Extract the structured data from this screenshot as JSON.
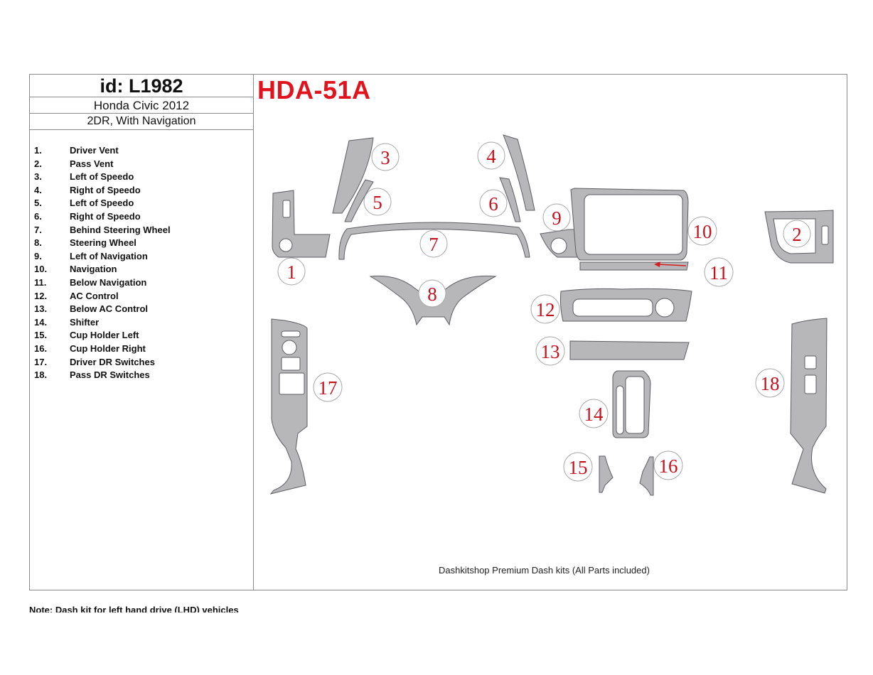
{
  "header": {
    "id_label": "id: L1982",
    "model": "Honda Civic 2012",
    "variant": "2DR, With Navigation",
    "code": "HDA-51A"
  },
  "parts": [
    {
      "number": "1.",
      "name": "Driver Vent"
    },
    {
      "number": "2.",
      "name": "Pass Vent"
    },
    {
      "number": "3.",
      "name": "Left of Speedo"
    },
    {
      "number": "4.",
      "name": "Right of Speedo"
    },
    {
      "number": "5.",
      "name": "Left of Speedo"
    },
    {
      "number": "6.",
      "name": "Right of Speedo"
    },
    {
      "number": "7.",
      "name": "Behind Steering Wheel"
    },
    {
      "number": "8.",
      "name": "Steering Wheel"
    },
    {
      "number": "9.",
      "name": "Left of Navigation"
    },
    {
      "number": "10.",
      "name": "Navigation"
    },
    {
      "number": "11.",
      "name": "Below Navigation"
    },
    {
      "number": "12.",
      "name": "AC Control"
    },
    {
      "number": "13.",
      "name": "Below AC Control"
    },
    {
      "number": "14.",
      "name": "Shifter"
    },
    {
      "number": "15.",
      "name": "Cup Holder Left"
    },
    {
      "number": "16.",
      "name": "Cup Holder Right"
    },
    {
      "number": "17.",
      "name": "Driver DR Switches"
    },
    {
      "number": "18.",
      "name": "Pass DR Switches"
    }
  ],
  "diagram_labels": [
    "1",
    "2",
    "3",
    "4",
    "5",
    "6",
    "7",
    "8",
    "9",
    "10",
    "11",
    "12",
    "13",
    "14",
    "15",
    "16",
    "17",
    "18"
  ],
  "footer": "Dashkitshop Premium Dash kits (All Parts included)",
  "note": "Note: Dash kit for left hand drive (LHD) vehicles",
  "colors": {
    "code": "#e1131c",
    "label_numbers": "#c8101d",
    "trim_fill": "#b7b7b9",
    "outline": "#5d5d63"
  }
}
